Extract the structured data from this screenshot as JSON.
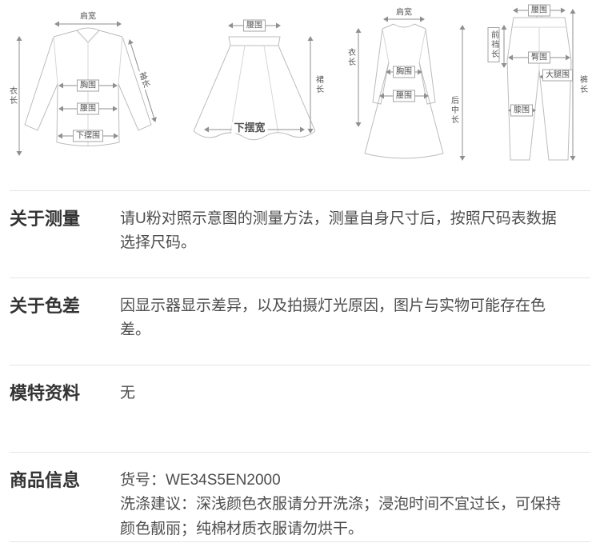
{
  "colors": {
    "divider": "#e5e5e5",
    "title_text": "#333333",
    "body_text": "#4d4d4d",
    "garment_line": "#bcbcbc",
    "arrow_line": "#8f8f8f"
  },
  "diagrams": {
    "shirt": {
      "shoulder": "肩宽",
      "length": "衣长",
      "bust": "胸围",
      "waist": "腰围",
      "hem": "下摆围",
      "sleeve": "袖长"
    },
    "skirt": {
      "waist": "腰围",
      "length": "裙长",
      "hem_width": "下摆宽"
    },
    "dress": {
      "shoulder": "肩宽",
      "length": "衣长",
      "bust": "胸围",
      "waist": "腰围",
      "back_length": "后中长"
    },
    "pants": {
      "waist": "腰围",
      "front_rise": "前裆长",
      "hip": "臀围",
      "thigh": "大腿围",
      "knee": "膝围",
      "length": "裤长"
    }
  },
  "sections": [
    {
      "title": "关于测量",
      "lines": [
        "请U粉对照示意图的测量方法，测量自身尺寸后，按照尺码表数据选择尺码。"
      ]
    },
    {
      "title": "关于色差",
      "lines": [
        "因显示器显示差异，以及拍摄灯光原因，图片与实物可能存在色差。"
      ]
    },
    {
      "title": "模特资料",
      "lines": [
        "无"
      ]
    },
    {
      "title": "商品信息",
      "lines": [
        "货号：WE34S5EN2000",
        "洗涤建议：深浅颜色衣服请分开洗涤；浸泡时间不宜过长，可保持颜色靓丽；纯棉材质衣服请勿烘干。"
      ]
    }
  ]
}
